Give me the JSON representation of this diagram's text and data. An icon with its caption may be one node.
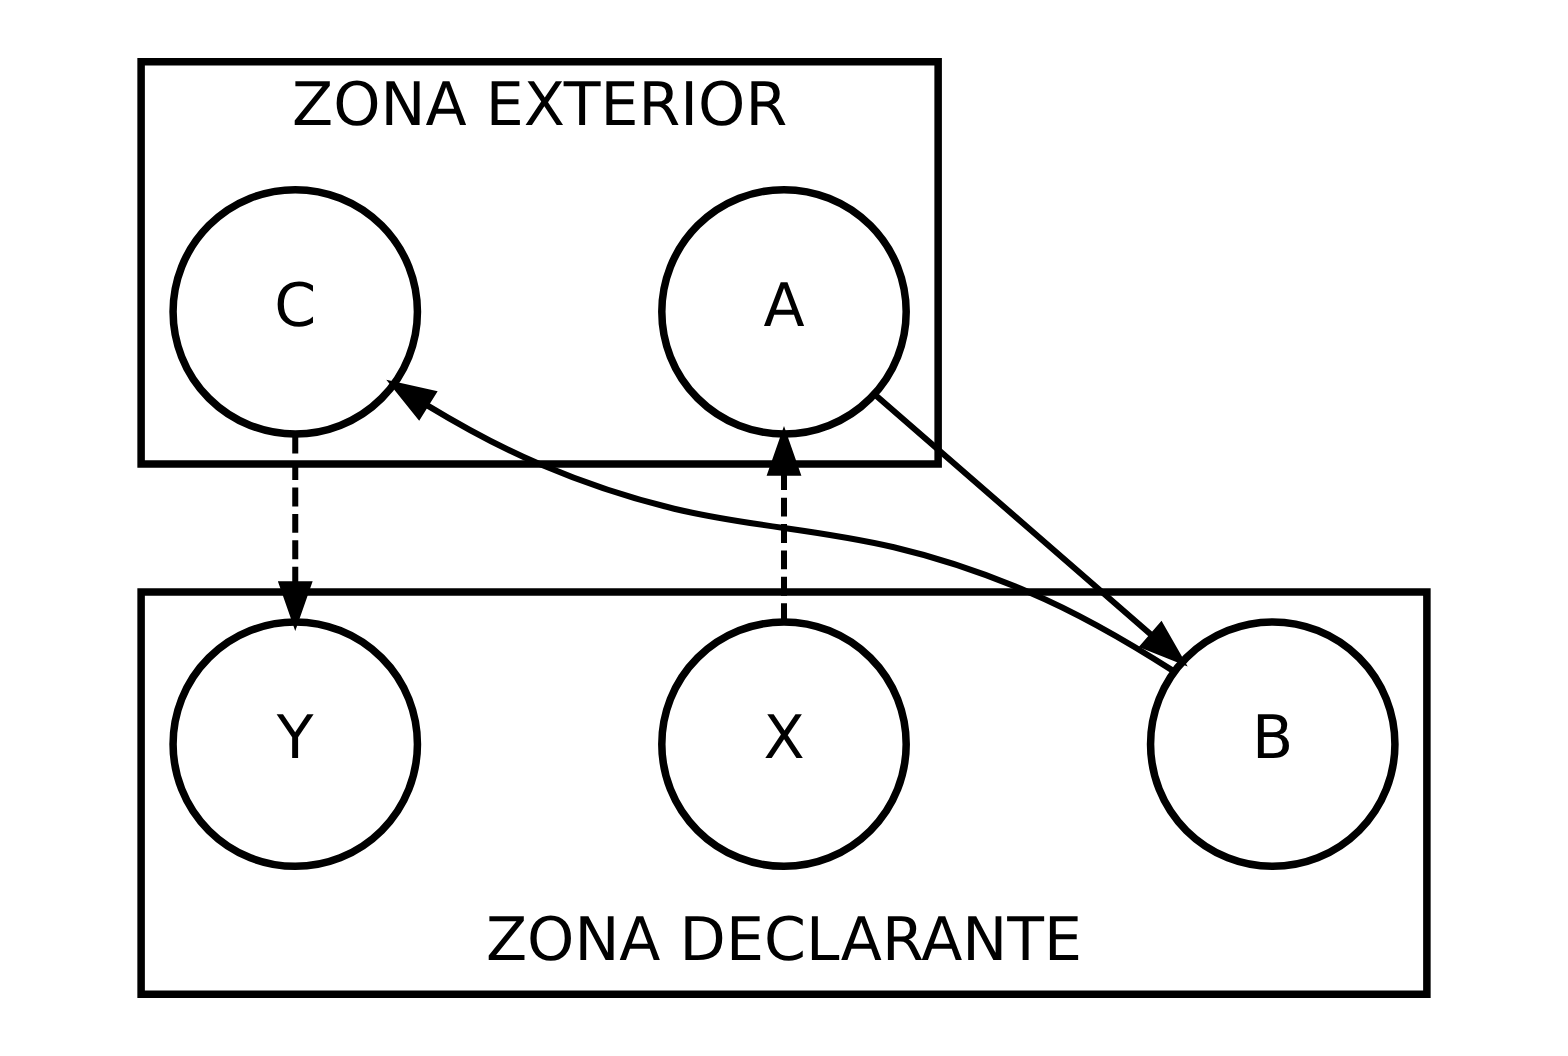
{
  "diagram": {
    "nodes": [
      {
        "text": [
          "ZONA EXTERIOR"
        ]
      },
      {
        "text": [
          "A"
        ],
        "in": 0
      },
      {
        "text": [
          "C"
        ],
        "in": 0
      },
      {
        "text": [
          "ZONA DECLARANTE"
        ]
      },
      {
        "text": [
          "B"
        ],
        "in": 3
      },
      {
        "text": [
          "X"
        ],
        "in": 3
      },
      {
        "text": [
          "Y"
        ],
        "in": 3
      }
    ],
    "edges": [
      {
        "from": 1,
        "to": 4,
        "arrow": "to"
      },
      {
        "from": 4,
        "to": 2,
        "arrow": "to"
      },
      {
        "from": 5,
        "to": 1,
        "arrow": "to",
        "style": "dashed"
      },
      {
        "from": 2,
        "to": 6,
        "arrow": "to",
        "style": "dashed"
      }
    ]
  }
}
